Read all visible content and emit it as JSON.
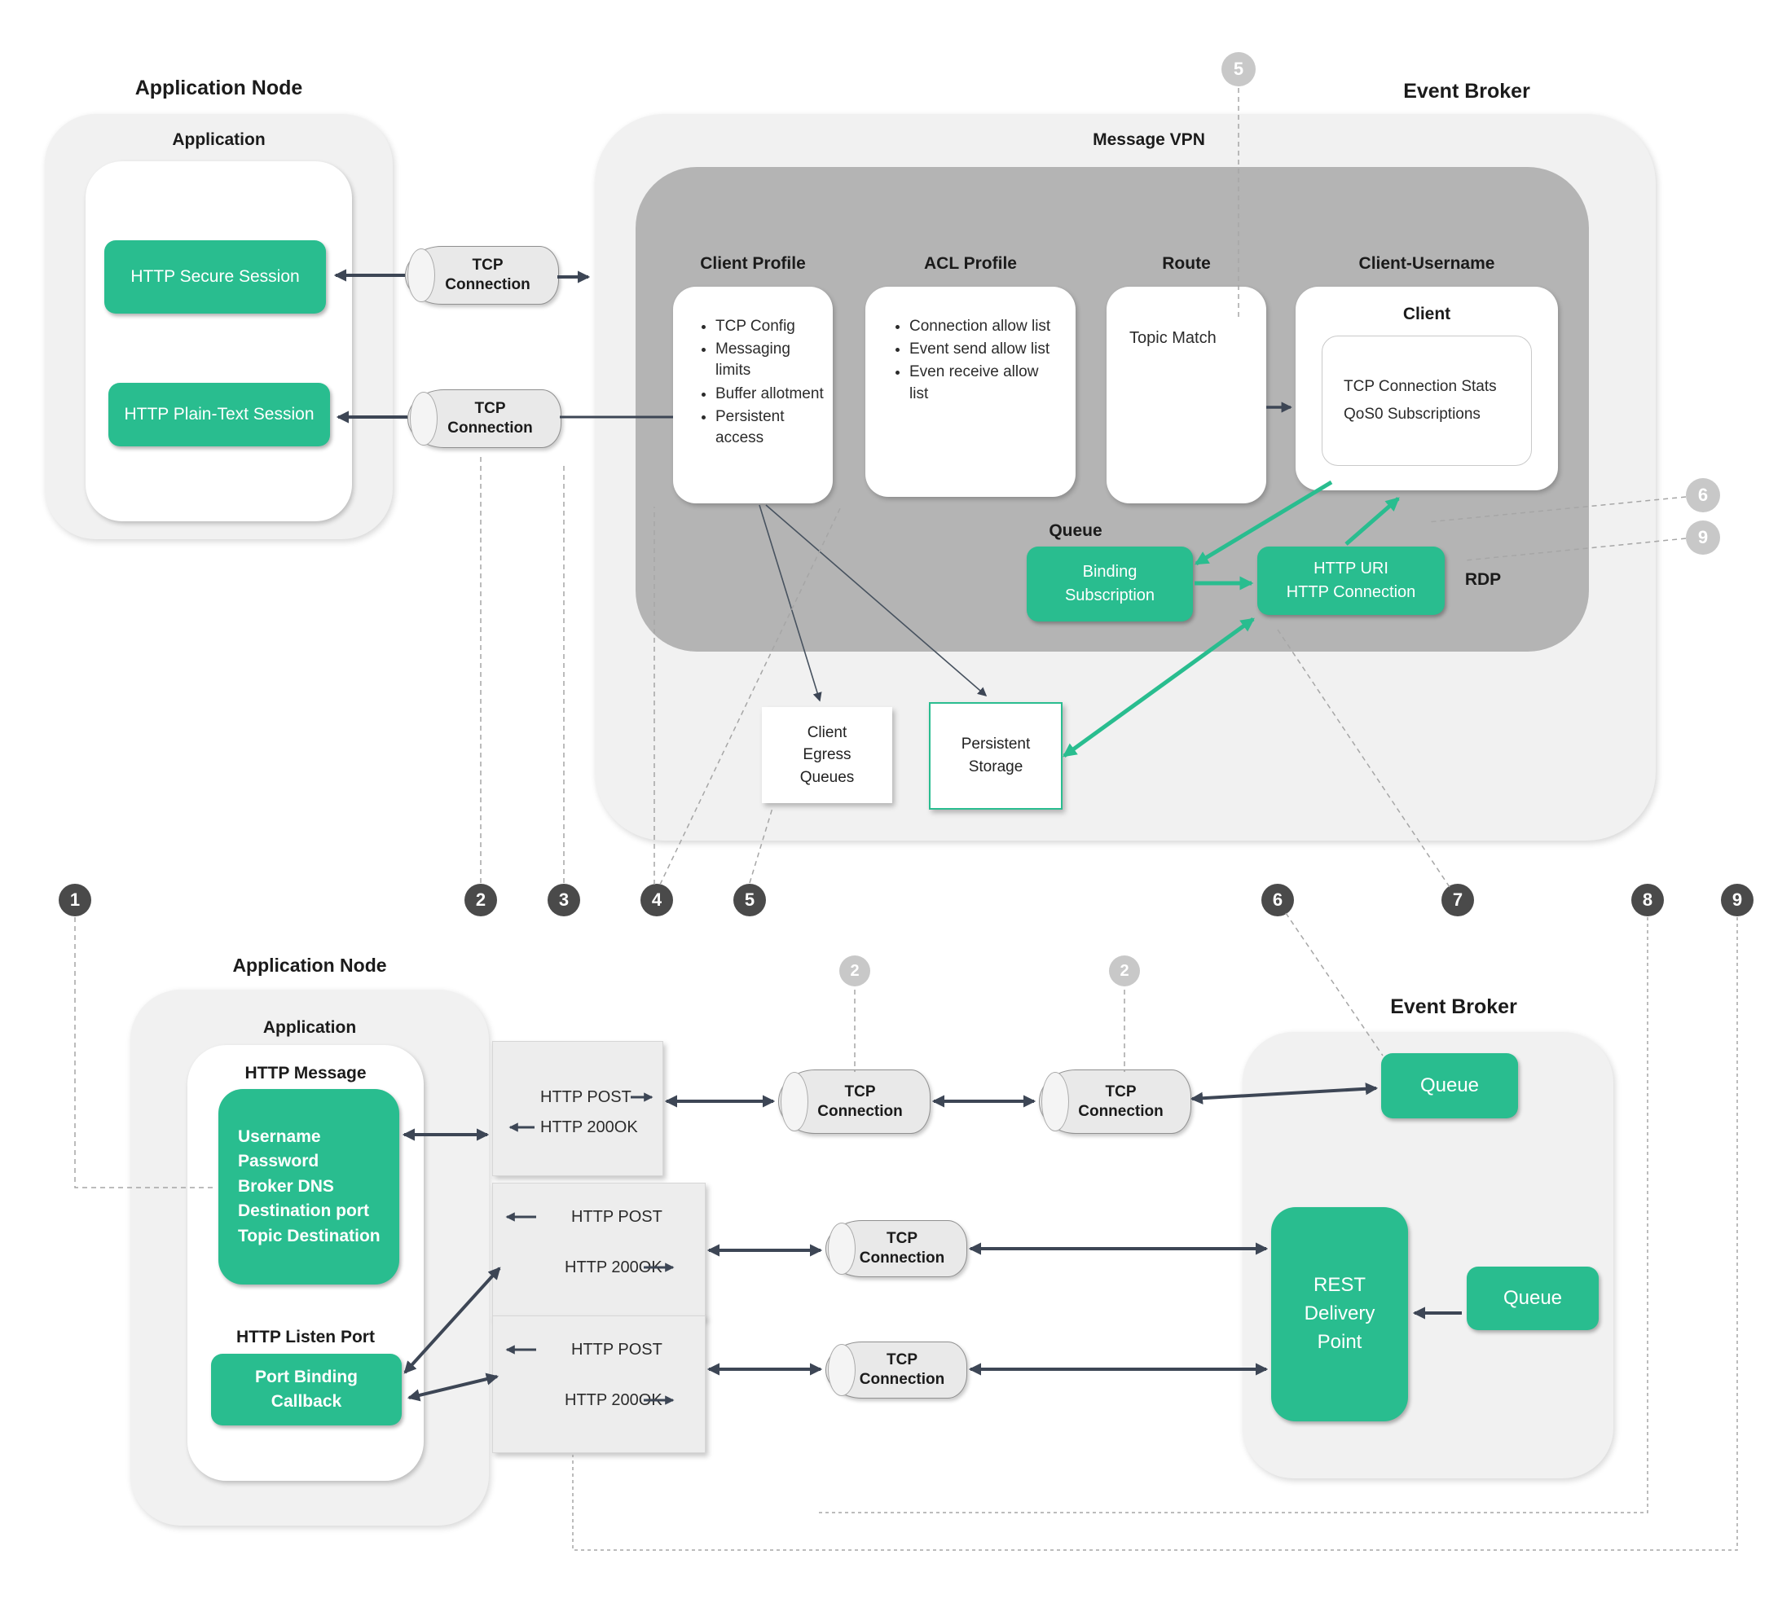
{
  "shared": {
    "tcp": [
      "TCP",
      "Connection"
    ],
    "http_post": "HTTP POST",
    "http_ok": "HTTP 200OK"
  },
  "top": {
    "app_node": {
      "title": "Application Node",
      "app": "Application",
      "secure": "HTTP Secure Session",
      "plain": "HTTP Plain-Text Session"
    },
    "broker": {
      "title": "Event Broker",
      "vpn": "Message VPN",
      "client_profile": {
        "title": "Client Profile",
        "items": [
          "TCP Config",
          "Messaging limits",
          "Buffer allotment",
          "Persistent access"
        ]
      },
      "acl": {
        "title": "ACL Profile",
        "items": [
          "Connection allow list",
          "Event send allow list",
          "Even receive allow list"
        ]
      },
      "route": {
        "title": "Route",
        "body": "Topic Match"
      },
      "cu": {
        "title": "Client-Username",
        "client": "Client",
        "stats": [
          "TCP Connection Stats",
          "QoS0 Subscriptions"
        ]
      },
      "queue_label": "Queue",
      "binding": [
        "Binding",
        "Subscription"
      ],
      "rdp_box": [
        "HTTP URI",
        "HTTP Connection"
      ],
      "rdp_label": "RDP",
      "egress": [
        "Client",
        "Egress",
        "Queues"
      ],
      "storage": [
        "Persistent",
        "Storage"
      ]
    }
  },
  "bottom": {
    "app_node": {
      "title": "Application Node",
      "app": "Application",
      "http_message": "HTTP Message",
      "fields": [
        "Username",
        "Password",
        "Broker DNS",
        "Destination port",
        "Topic Destination"
      ],
      "listen": "HTTP Listen Port",
      "port_binding": [
        "Port Binding",
        "Callback"
      ]
    },
    "broker": {
      "title": "Event Broker",
      "queue1": "Queue",
      "queue2": "Queue",
      "rest": [
        "REST",
        "Delivery",
        "Point"
      ]
    }
  },
  "callouts": {
    "dark": [
      "1",
      "2",
      "3",
      "4",
      "5",
      "6",
      "7",
      "8",
      "9"
    ],
    "light5": "5",
    "light6": "6",
    "light9": "9",
    "light2": "2"
  },
  "colors": {
    "green": "#29BD8F",
    "arrow_dark": "#3D4655",
    "vpn_gray": "#B4B4B4",
    "panel_gray": "#F1F1F1",
    "circle_dark": "#4A4A4A",
    "circle_light": "#C8C8C8"
  }
}
